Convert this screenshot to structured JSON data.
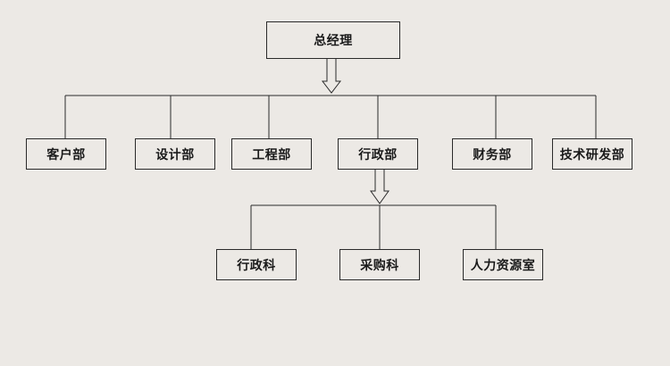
{
  "org_chart": {
    "root": {
      "label": "总经理"
    },
    "departments": [
      {
        "label": "客户部"
      },
      {
        "label": "设计部"
      },
      {
        "label": "工程部"
      },
      {
        "label": "行政部"
      },
      {
        "label": "财务部"
      },
      {
        "label": "技术研发部"
      }
    ],
    "admin_sections": [
      {
        "label": "行政科"
      },
      {
        "label": "采购科"
      },
      {
        "label": "人力资源室"
      }
    ]
  },
  "colors": {
    "background": "#ece9e5",
    "line": "#2a2a2a",
    "text": "#1a1a1a"
  }
}
